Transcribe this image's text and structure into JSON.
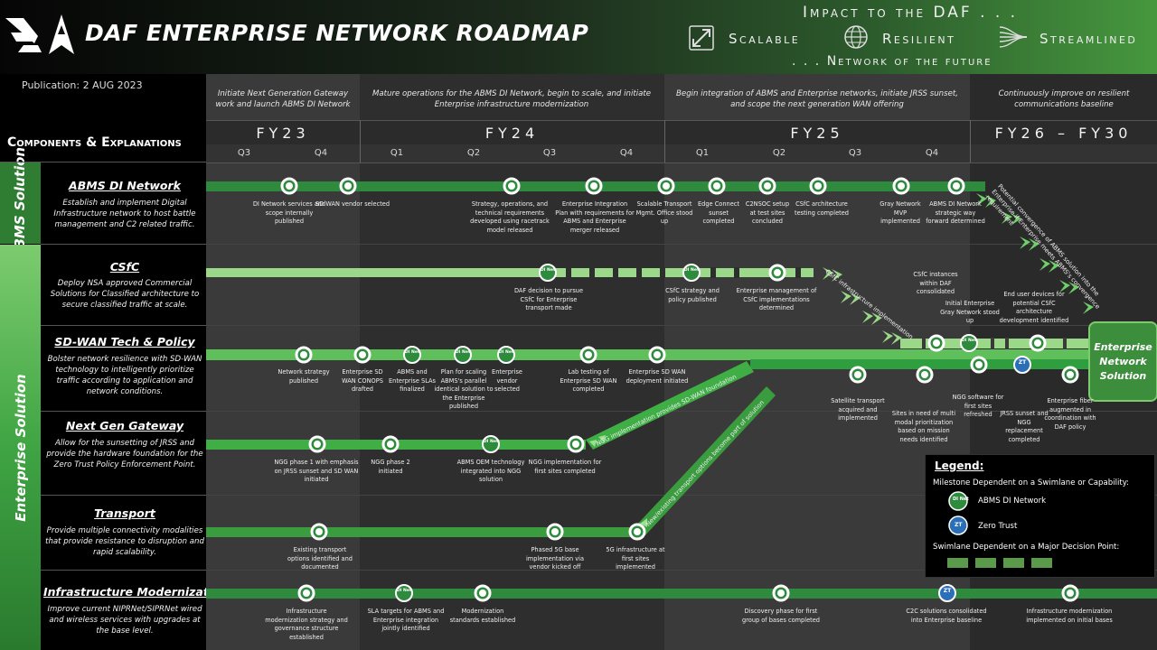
{
  "header": {
    "title": "DAF ENTERPRISE NETWORK ROADMAP",
    "impact": "Impact to the DAF . . .",
    "future": ". . . Network of the future",
    "features": [
      {
        "label": "Scalable",
        "icon": "scale-arrows-icon"
      },
      {
        "label": "Resilient",
        "icon": "globe-icon"
      },
      {
        "label": "Streamlined",
        "icon": "streamline-icon"
      }
    ]
  },
  "publication": "Publication: 2 AUG 2023",
  "components_header": "Components & Explanations",
  "groups": {
    "abms": "ABMS Solution",
    "enterprise": "Enterprise Solution"
  },
  "phases": [
    "Initiate Next Generation Gateway work and launch ABMS DI Network",
    "Mature operations for the ABMS DI Network, begin to scale, and initiate Enterprise infrastructure modernization",
    "Begin integration of ABMS and Enterprise networks, initiate JRSS sunset, and scope the next generation WAN offering",
    "Continuously improve on resilient communications baseline"
  ],
  "fiscal_years": [
    "FY23",
    "FY24",
    "FY25",
    "FY26 – FY30"
  ],
  "quarters": [
    "Q3",
    "Q4",
    "Q1",
    "Q2",
    "Q3",
    "Q4",
    "Q1",
    "Q2",
    "Q3",
    "Q4"
  ],
  "lanes": [
    {
      "title": "ABMS DI Network",
      "desc": "Establish and implement Digital Infrastructure network to host battle management and C2 related traffic."
    },
    {
      "title": "CSfC",
      "desc": "Deploy NSA approved Commercial Solutions for Classified architecture to secure classified traffic at scale."
    },
    {
      "title": "SD-WAN Tech & Policy",
      "desc": "Bolster network resilience with SD-WAN technology to intelligently prioritize traffic according to application and network conditions."
    },
    {
      "title": "Next Gen Gateway",
      "desc": "Allow for the sunsetting of JRSS and provide the hardware foundation for the Zero Trust Policy Enforcement Point."
    },
    {
      "title": "Transport",
      "desc": "Provide multiple connectivity modalities that provide resistance to disruption and rapid scalability."
    },
    {
      "title": "Infrastructure Modernization",
      "desc": "Improve current NIPRNet/SIPRNet wired and wireless services with upgrades at the base level."
    }
  ],
  "milestones": {
    "abms": [
      "DI Network services and scope internally published",
      "SD WAN vendor selected",
      "Strategy, operations, and technical requirements developed using racetrack model released",
      "Enterprise Integration Plan with requirements for ABMS and Enterprise merger released",
      "Scalable Transport Mgmt. Office stood up",
      "Edge Connect sunset completed",
      "C2NSOC setup at test sites concluded",
      "CSfC architecture testing completed",
      "Gray Network MVP implemented",
      "ABMS DI Network strategic way forward determined"
    ],
    "csfc": [
      "DAF decision to pursue CSfC for Enterprise transport made",
      "CSfC strategy and policy published",
      "Enterprise management of CSfC implementations determined",
      "CSfC instances within DAF consolidated",
      "Initial Enterprise Gray Network stood up",
      "End user devices for potential CSfC architecture development identified"
    ],
    "sdwan": [
      "Network strategy published",
      "Enterprise SD WAN CONOPS drafted",
      "ABMS and Enterprise SLAs finalized",
      "Plan for scaling ABMS's parallel identical solution to the Enterprise published",
      "Enterprise vendor selected",
      "Lab testing of Enterprise SD WAN completed",
      "Enterprise SD WAN deployment initiated",
      "Satellite transport acquired and implemented",
      "Sites in need of multi modal prioritization based on mission needs identified",
      "NGG software for first sites refreshed",
      "JRSS sunset and NGG replacement completed",
      "Enterprise fiber augmented in coordination with DAF policy"
    ],
    "ngg": [
      "NGG phase 1 with emphasis on JRSS sunset and SD WAN initiated",
      "NGG phase 2 initiated",
      "ABMS OEM technology integrated into NGG solution",
      "NGG implementation for first sites completed"
    ],
    "transport": [
      "Existing transport options identified and documented",
      "Phased 5G base implementation via vendor kicked off",
      "5G infrastructure at first sites implemented"
    ],
    "infra": [
      "Infrastructure modernization strategy and governance structure established",
      "SLA targets for ABMS and Enterprise integration jointly identified",
      "Modernization standards established",
      "Discovery phase for first group of bases completed",
      "C2C solutions consolidated into Enterprise baseline",
      "Infrastructure modernization implemented on initial bases"
    ]
  },
  "connectors": {
    "abms": "Potential convergence of ABMS solution into the Enterprise if Enterprise meets ABMS's convergence requirement",
    "csfc": "CSfC infrastructure implementation",
    "ngg": "NGG implementation provides SD-WAN foundation",
    "transport": "New/existing transport options become part of solution"
  },
  "badges": {
    "di": "DI Net",
    "zt": "ZT"
  },
  "end_box": "Enterprise Network Solution",
  "legend": {
    "title": "Legend:",
    "milestone_dep": "Milestone Dependent on a Swimlane or Capability:",
    "di_label": "ABMS DI Network",
    "zt_label": "Zero Trust",
    "swimlane_dep": "Swimlane Dependent on a Major Decision Point:"
  },
  "colors": {
    "lane_abms": "#2e8b3e",
    "lane_csfc": "#8fd17f",
    "lane_sdwan": "#5fbf5a",
    "lane_ngg": "#3fae45",
    "lane_transport": "#3a9c3f",
    "lane_infra": "#2e8b3e",
    "zt_blue": "#2b6fb8"
  }
}
